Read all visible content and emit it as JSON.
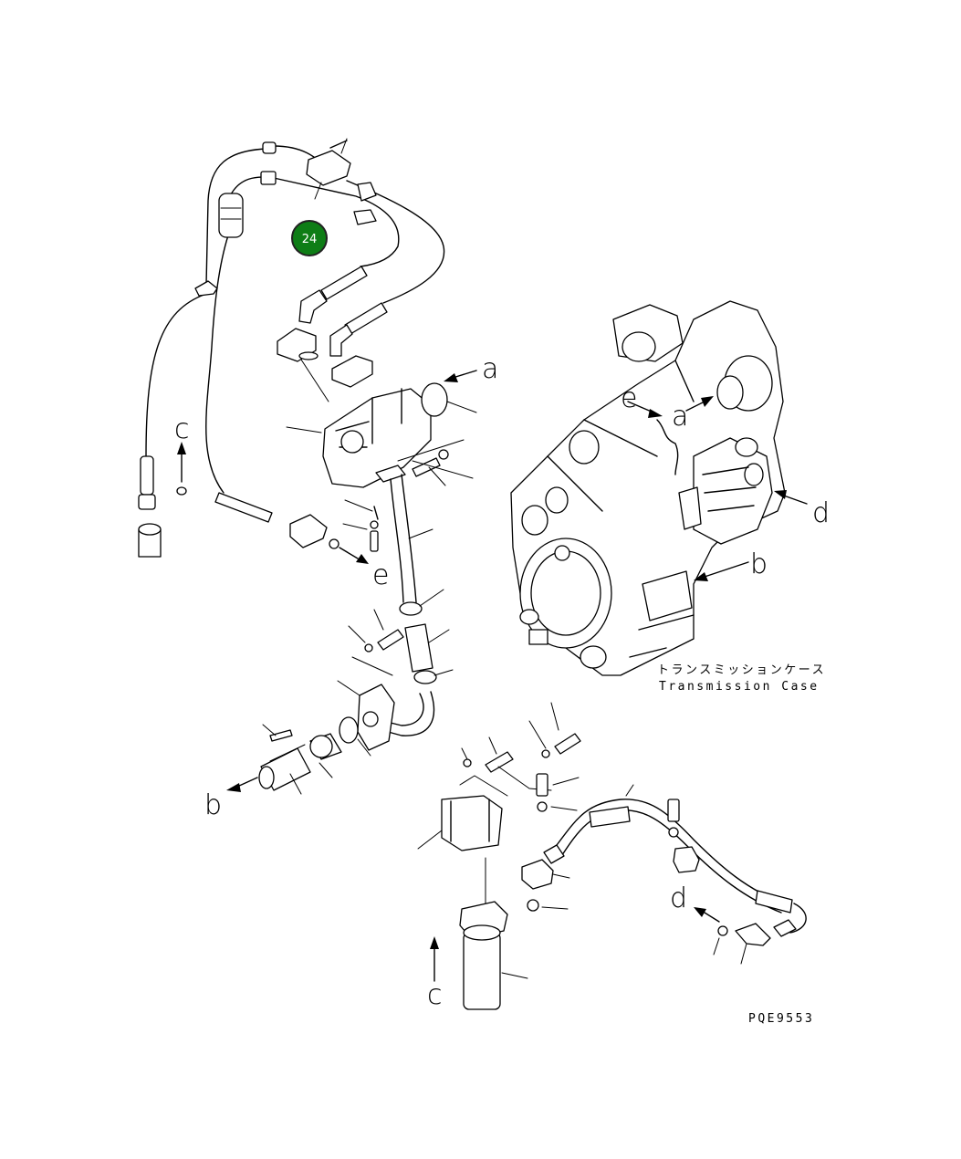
{
  "callout": {
    "number": "24",
    "color": "#0e7d16"
  },
  "connection_labels": {
    "a_upper": "a",
    "a_case": "a",
    "b_left": "b",
    "b_case": "b",
    "c_upper": "c",
    "c_lower": "c",
    "d_case": "d",
    "d_lower": "d",
    "e_upper": "e",
    "e_case": "e"
  },
  "case_label": {
    "japanese": "トランスミッションケース",
    "english": "Transmission Case"
  },
  "drawing_number": "PQE9553"
}
